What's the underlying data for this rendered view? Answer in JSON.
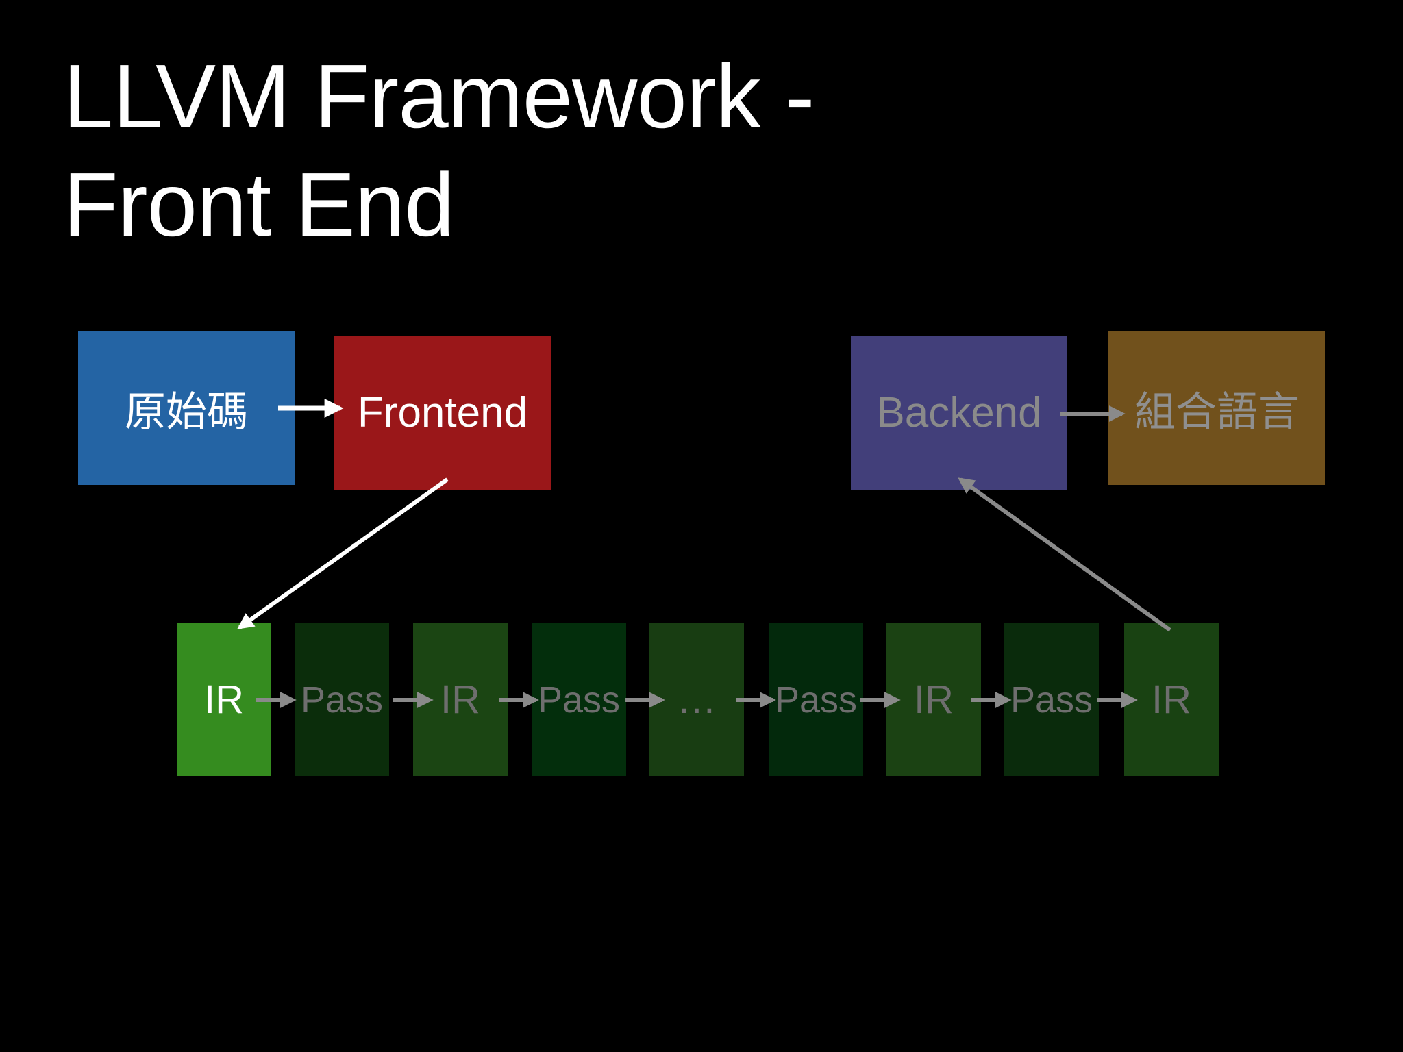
{
  "slide": {
    "title_line1": "LLVM Framework -",
    "title_line2": "Front End"
  },
  "diagram": {
    "source": "原始碼",
    "frontend": "Frontend",
    "backend": "Backend",
    "assembly": "組合語言",
    "chain": [
      {
        "label": "IR",
        "color": "#358c1f",
        "text_color": "#ffffff"
      },
      {
        "label": "Pass",
        "color": "#0b2d0b",
        "text_color": "#6e6e6e"
      },
      {
        "label": "IR",
        "color": "#1b4513",
        "text_color": "#6e6e6e"
      },
      {
        "label": "Pass",
        "color": "#032e0c",
        "text_color": "#6e6e6e"
      },
      {
        "label": "…",
        "color": "#183d12",
        "text_color": "#6e6e6e"
      },
      {
        "label": "Pass",
        "color": "#03290c",
        "text_color": "#6e6e6e"
      },
      {
        "label": "IR",
        "color": "#1b4213",
        "text_color": "#6e6e6e"
      },
      {
        "label": "Pass",
        "color": "#0a2b0c",
        "text_color": "#6e6e6e"
      },
      {
        "label": "IR",
        "color": "#194212",
        "text_color": "#6e6e6e"
      }
    ]
  }
}
